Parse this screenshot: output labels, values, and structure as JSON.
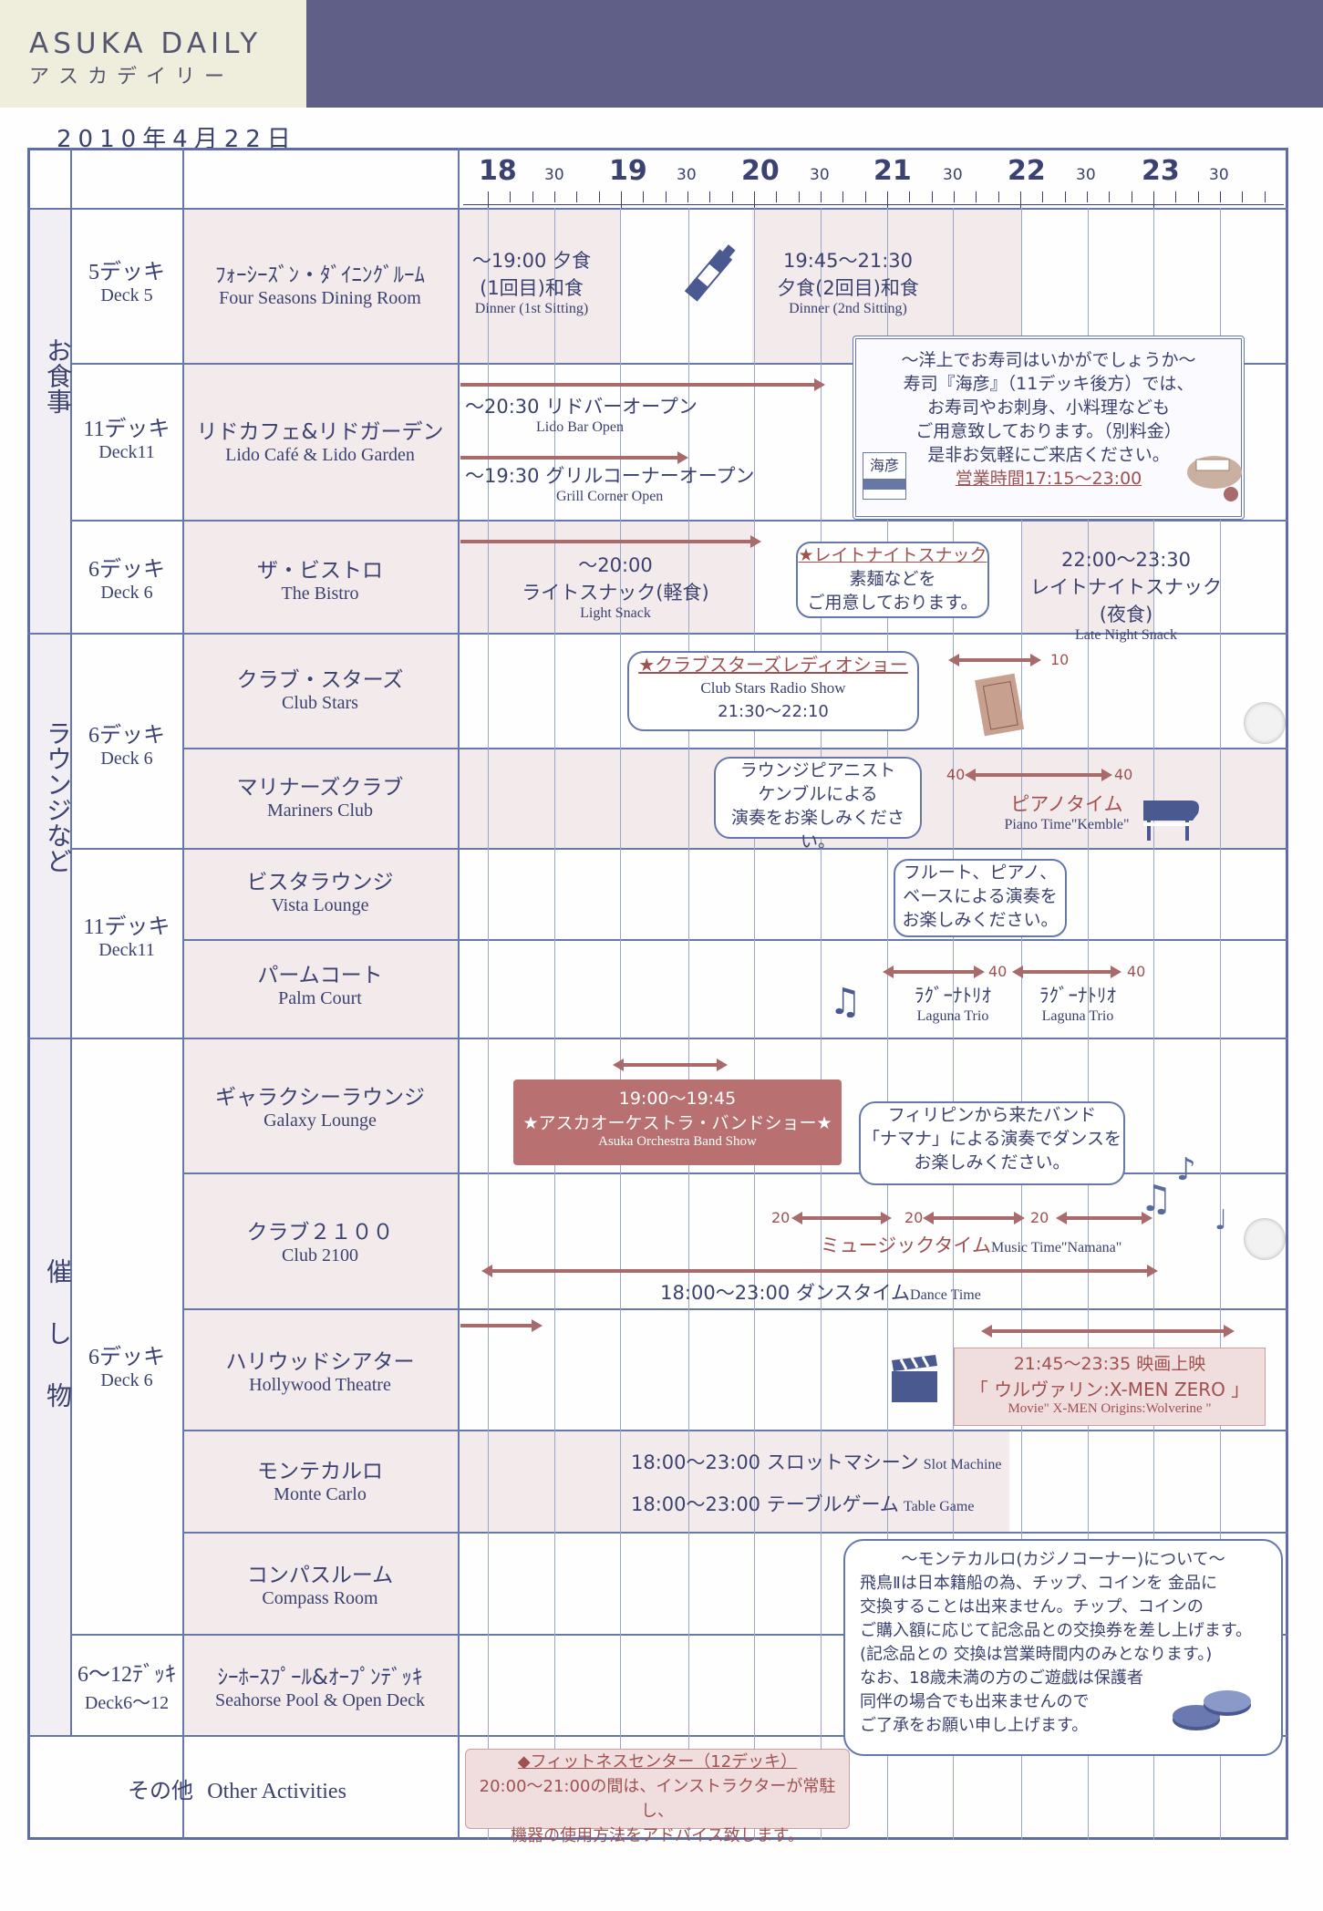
{
  "header": {
    "brand": "ASUKA DAILY",
    "brand_kana": "アスカデイリー",
    "date": "2010年4月22日"
  },
  "timeline": {
    "hours": [
      "18",
      "19",
      "20",
      "21",
      "22",
      "23"
    ],
    "half": "30"
  },
  "categories": {
    "meals": "お食事",
    "lounges": "ラウンジなど",
    "events": "催し物",
    "other": "その他",
    "other_en": "Other Activities"
  },
  "decks": {
    "d5": {
      "jp": "5デッキ",
      "en": "Deck 5"
    },
    "d11a": {
      "jp": "11デッキ",
      "en": "Deck11"
    },
    "d6a": {
      "jp": "6デッキ",
      "en": "Deck 6"
    },
    "d6b": {
      "jp": "6デッキ",
      "en": "Deck 6"
    },
    "d11b": {
      "jp": "11デッキ",
      "en": "Deck11"
    },
    "d6c": {
      "jp": "6デッキ",
      "en": "Deck 6"
    },
    "d612": {
      "jp": "6～12ﾃﾞｯｷ",
      "en": "Deck6～12"
    }
  },
  "venues": {
    "fourseasons": {
      "jp": "ﾌｫｰｼｰｽﾞﾝ・ﾀﾞｲﾆﾝｸﾞﾙｰﾑ",
      "en": "Four Seasons Dining Room"
    },
    "lido": {
      "jp": "リドカフェ&リドガーデン",
      "en": "Lido Café & Lido Garden"
    },
    "bistro": {
      "jp": "ザ・ビストロ",
      "en": "The Bistro"
    },
    "clubstars": {
      "jp": "クラブ・スターズ",
      "en": "Club Stars"
    },
    "mariners": {
      "jp": "マリナーズクラブ",
      "en": "Mariners Club"
    },
    "vista": {
      "jp": "ビスタラウンジ",
      "en": "Vista Lounge"
    },
    "palm": {
      "jp": "パームコート",
      "en": "Palm Court"
    },
    "galaxy": {
      "jp": "ギャラクシーラウンジ",
      "en": "Galaxy Lounge"
    },
    "club2100": {
      "jp": "クラブ２１００",
      "en": "Club 2100"
    },
    "hollywood": {
      "jp": "ハリウッドシアター",
      "en": "Hollywood Theatre"
    },
    "monte": {
      "jp": "モンテカルロ",
      "en": "Monte Carlo"
    },
    "compass": {
      "jp": "コンパスルーム",
      "en": "Compass Room"
    },
    "seahorse": {
      "jp": "ｼｰﾎｰｽﾌﾟｰﾙ&ｵｰﾌﾟﾝﾃﾞｯｷ",
      "en": "Seahorse Pool & Open Deck"
    }
  },
  "events": {
    "dinner1": {
      "t1": "～19:00 夕食",
      "t2": "(1回目)和食",
      "s": "Dinner (1st Sitting)"
    },
    "dinner2": {
      "t1": "19:45～21:30",
      "t2": "夕食(2回目)和食",
      "s": "Dinner (2nd Sitting)"
    },
    "lidobar": {
      "t": "～20:30 リドバーオープン",
      "s": "Lido Bar Open"
    },
    "grill": {
      "t": "～19:30 グリルコーナーオープン",
      "s": "Grill Corner Open"
    },
    "light": {
      "t1": "～20:00",
      "t2": "ライトスナック(軽食)",
      "s": "Light Snack"
    },
    "late": {
      "t1": "22:00～23:30",
      "t2": "レイトナイトスナック(夜食)",
      "s": "Late Night Snack"
    },
    "radio": {
      "t": "★クラブスターズレディオショー",
      "s": "Club Stars Radio Show",
      "time": "21:30～22:10",
      "num": "10"
    },
    "piano": {
      "t": "ピアノタイム",
      "s": "Piano Time\"Kemble\"",
      "n1": "40",
      "n2": "40"
    },
    "laguna1": {
      "t": "ﾗｸﾞｰﾅﾄﾘｵ",
      "s": "Laguna Trio",
      "num": "40"
    },
    "laguna2": {
      "t": "ﾗｸﾞｰﾅﾄﾘｵ",
      "s": "Laguna Trio",
      "num": "40"
    },
    "orchestra": {
      "time": "19:00～19:45",
      "t": "★アスカオーケストラ・バンドショー★",
      "s": "Asuka Orchestra Band Show"
    },
    "music": {
      "t": "ミュージックタイム",
      "s": "Music Time\"Namana\"",
      "n1": "20",
      "n2": "20",
      "n3": "20"
    },
    "dance": {
      "t": "18:00～23:00 ダンスタイム",
      "s": "Dance Time"
    },
    "movie": {
      "time": "21:45～23:35 映画上映",
      "t": "「 ウルヴァリン:X-MEN ZERO 」",
      "s": "Movie\" X-MEN Origins:Wolverine \""
    },
    "slot": {
      "t": "18:00～23:00 スロットマシーン",
      "s": "Slot Machine"
    },
    "table": {
      "t": "18:00～23:00 テーブルゲーム",
      "s": "Table Game"
    },
    "fitness": {
      "t": "◆フィットネスセンター（12デッキ）",
      "l1": "20:00～21:00の間は、インストラクターが常駐し、",
      "l2": "機器の使用方法をアドバイス致します。"
    }
  },
  "bubbles": {
    "sushi": {
      "l1": "～洋上でお寿司はいかがでしょうか～",
      "l2": "寿司『海彦』（11デッキ後方）では、",
      "l3": "お寿司やお刺身、小料理なども",
      "l4": "ご用意致しております。（別料金）",
      "l5": "是非お気軽にご来店ください。",
      "l6": "営業時間17:15～23:00",
      "logo": "海彦"
    },
    "latenight": {
      "l1": "★レイトナイトスナック",
      "l2": "素麺などを",
      "l3": "ご用意しております。"
    },
    "pianist": {
      "l1": "ラウンジピアニスト",
      "l2": "ケンブルによる",
      "l3": "演奏をお楽しみください。"
    },
    "flute": {
      "l1": "フルート、ピアノ、",
      "l2": "ベースによる演奏を",
      "l3": "お楽しみください。"
    },
    "band": {
      "l1": "フィリピンから来たバンド",
      "l2": "「ナマナ」による演奏でダンスを",
      "l3": "お楽しみください。"
    },
    "casino": {
      "l1": "～モンテカルロ(カジノコーナー)について～",
      "l2": "飛鳥Ⅱは日本籍船の為、チップ、コインを 金品に",
      "l3": "交換することは出来ません。チップ、コインの",
      "l4": "ご購入額に応じて記念品との交換券を差し上げます。",
      "l5": "(記念品との 交換は営業時間内のみとなります。)",
      "l6": "なお、18歳未満の方のご遊戯は保護者",
      "l7": "同伴の場合でも出来ませんので",
      "l8": "ご了承をお願い申し上げます。"
    }
  },
  "colors": {
    "accent": "#6677a8",
    "arrow": "#a86a6a",
    "header": "#5f5f87"
  }
}
